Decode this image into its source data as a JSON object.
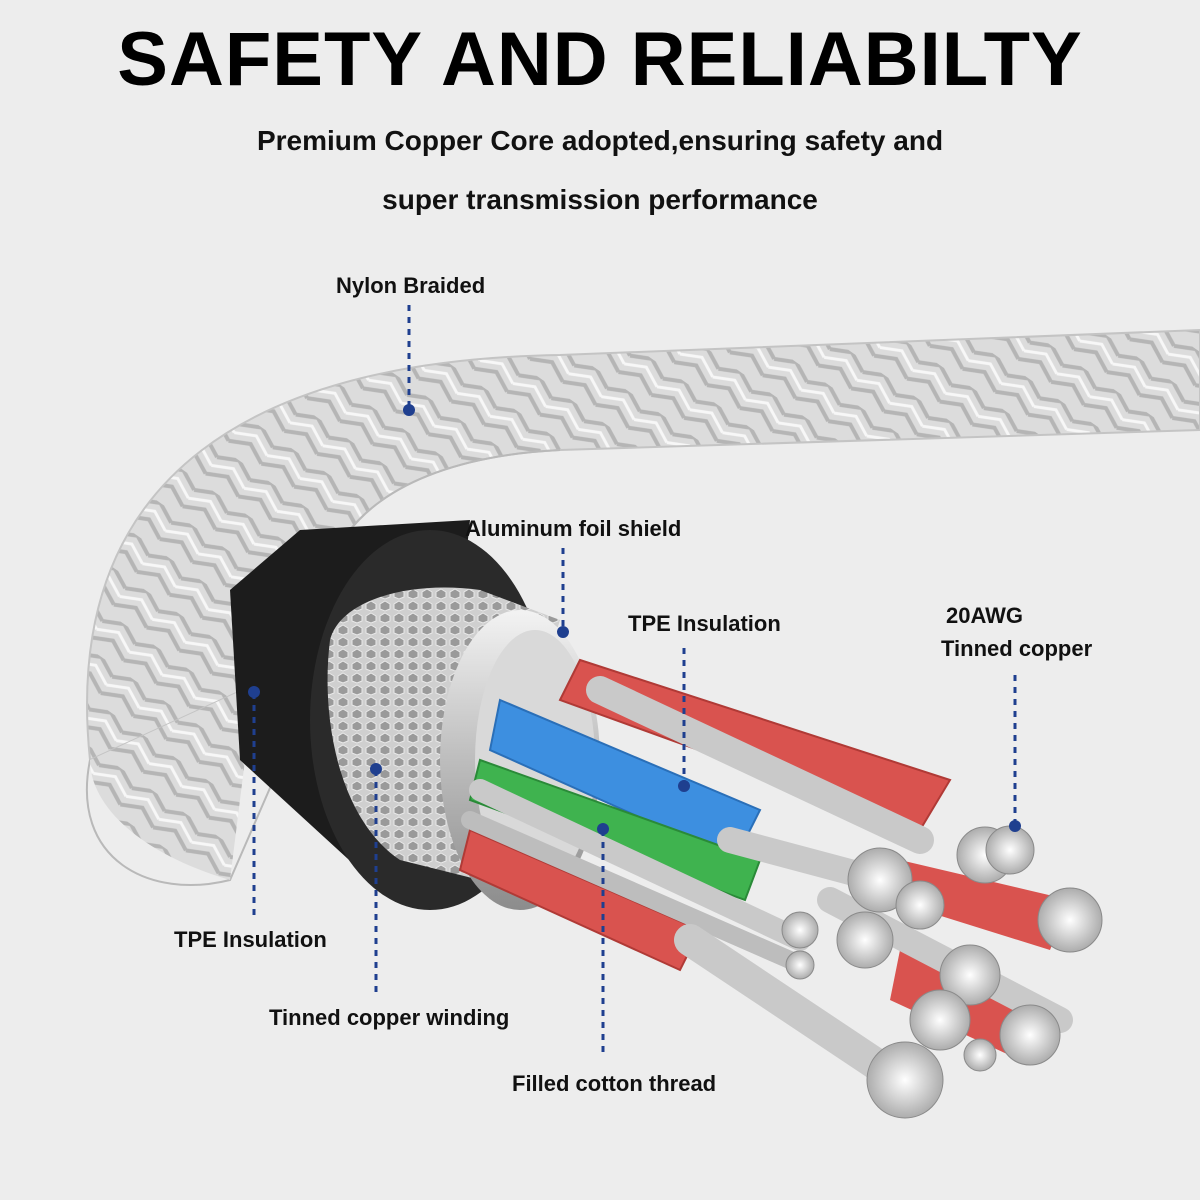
{
  "header": {
    "title": "SAFETY AND RELIABILTY",
    "subtitle_line1": "Premium Copper Core adopted,ensuring safety and",
    "subtitle_line2": "super transmission performance"
  },
  "labels": {
    "nylon_braided": "Nylon Braided",
    "aluminum_foil_shield": "Aluminum foil shield",
    "tpe_insulation_inner": "TPE Insulation",
    "awg": "20AWG",
    "tinned_copper": "Tinned copper",
    "tpe_insulation_outer": "TPE Insulation",
    "tinned_copper_winding": "Tinned copper winding",
    "filled_cotton_thread": "Filled cotton thread"
  },
  "colors": {
    "background": "#ededed",
    "leader_line": "#1f3f8f",
    "red_core": "#d9534f",
    "blue_core": "#3d8fe0",
    "green_core": "#3fb34f",
    "jacket": "#1a1a1a",
    "braid": "#dcdcdc"
  }
}
